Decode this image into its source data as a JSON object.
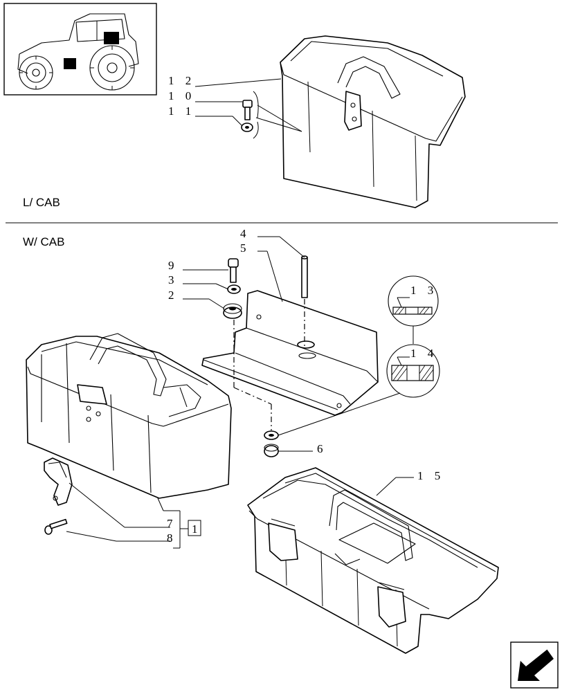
{
  "sections": {
    "top_label": "L/ CAB",
    "bottom_label": "W/ CAB"
  },
  "callouts": {
    "c12": "1 2",
    "c10": "1 0",
    "c11": "1 1",
    "c4": "4",
    "c5": "5",
    "c9": "9",
    "c3": "3",
    "c2": "2",
    "c13": "1 3",
    "c14": "1 4",
    "c6": "6",
    "c15": "1 5",
    "c7": "7",
    "c8": "8",
    "kit_ref": "1"
  },
  "icons": {
    "thumbnail": "tractor-location-icon",
    "nav": "next-page-arrow-icon"
  }
}
